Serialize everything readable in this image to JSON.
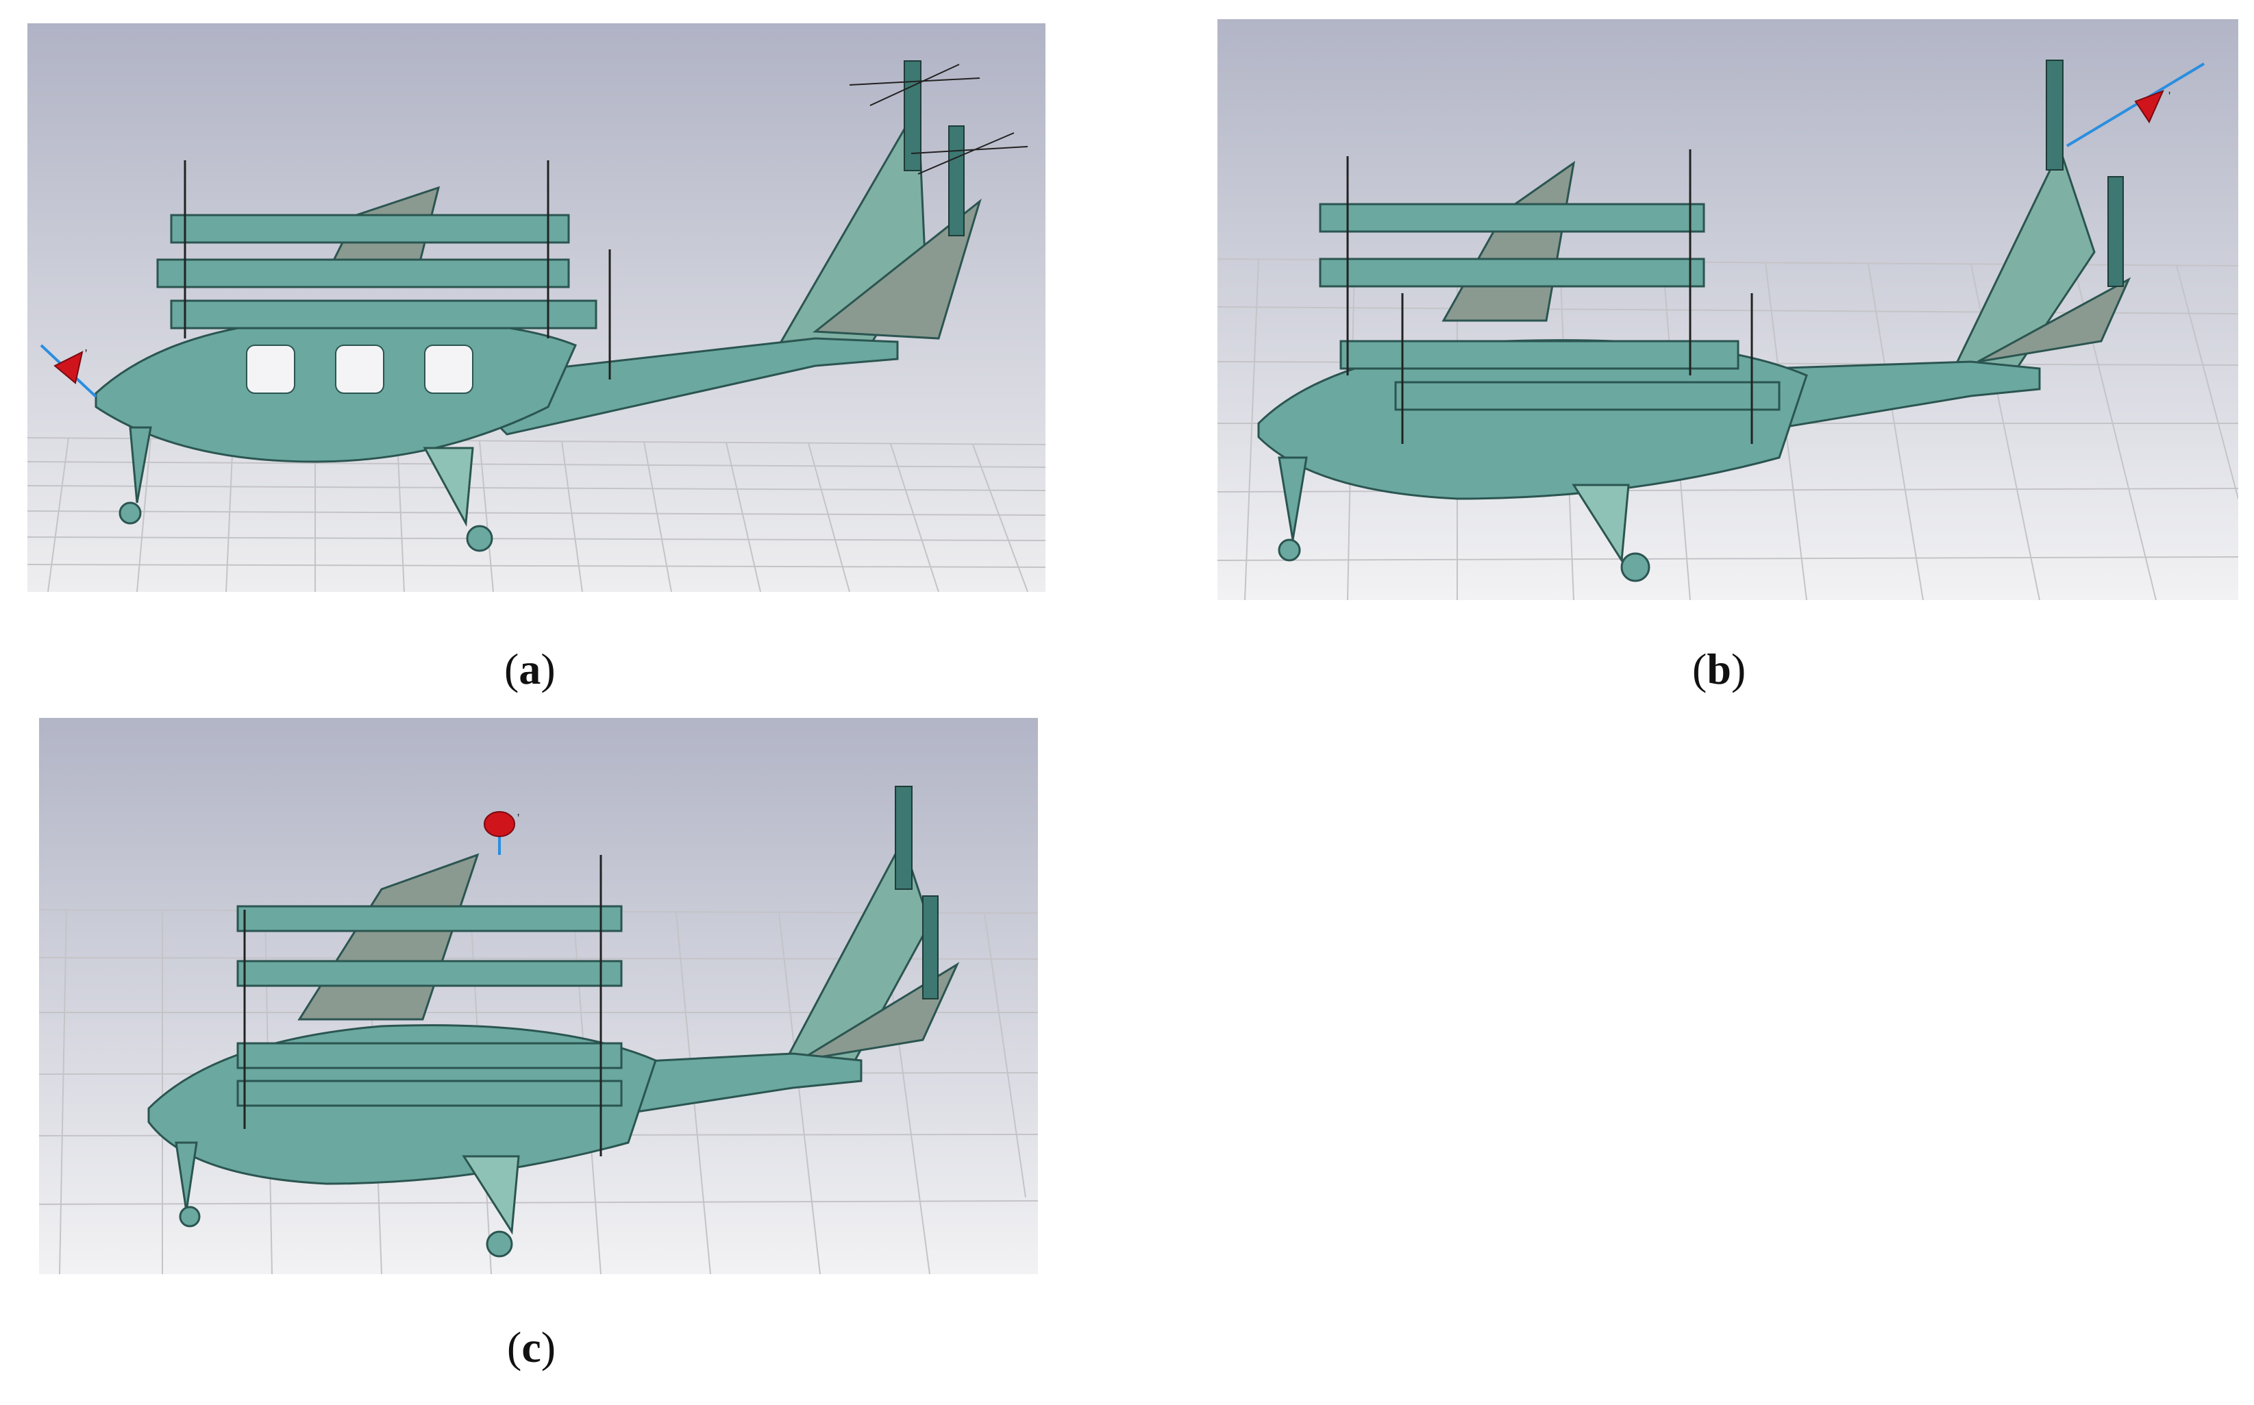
{
  "captions": {
    "a": {
      "open": "(",
      "letter": "a",
      "close": ")"
    },
    "b": {
      "open": "(",
      "letter": "b",
      "close": ")"
    },
    "c": {
      "open": "(",
      "letter": "c",
      "close": ")"
    }
  },
  "axis_tick_label": "'",
  "colors": {
    "body": "#6aa8a0",
    "body_dark": "#3d7872",
    "wing": "#8a9a90",
    "sky_top": "#b2b5c6",
    "sky_bottom": "#ececee",
    "grid": "#c4c4c8",
    "arrow_red": "#d0141c",
    "axis_blue": "#2a8ee0"
  },
  "panels": [
    {
      "id": "a",
      "view": "side view, nose-left axis marker",
      "arrow_icon": "red-arrow-icon"
    },
    {
      "id": "b",
      "view": "perspective view, tail-top axis marker",
      "arrow_icon": "red-arrow-icon"
    },
    {
      "id": "c",
      "view": "perspective view, top-center axis marker",
      "arrow_icon": "red-ellipse-icon"
    }
  ]
}
